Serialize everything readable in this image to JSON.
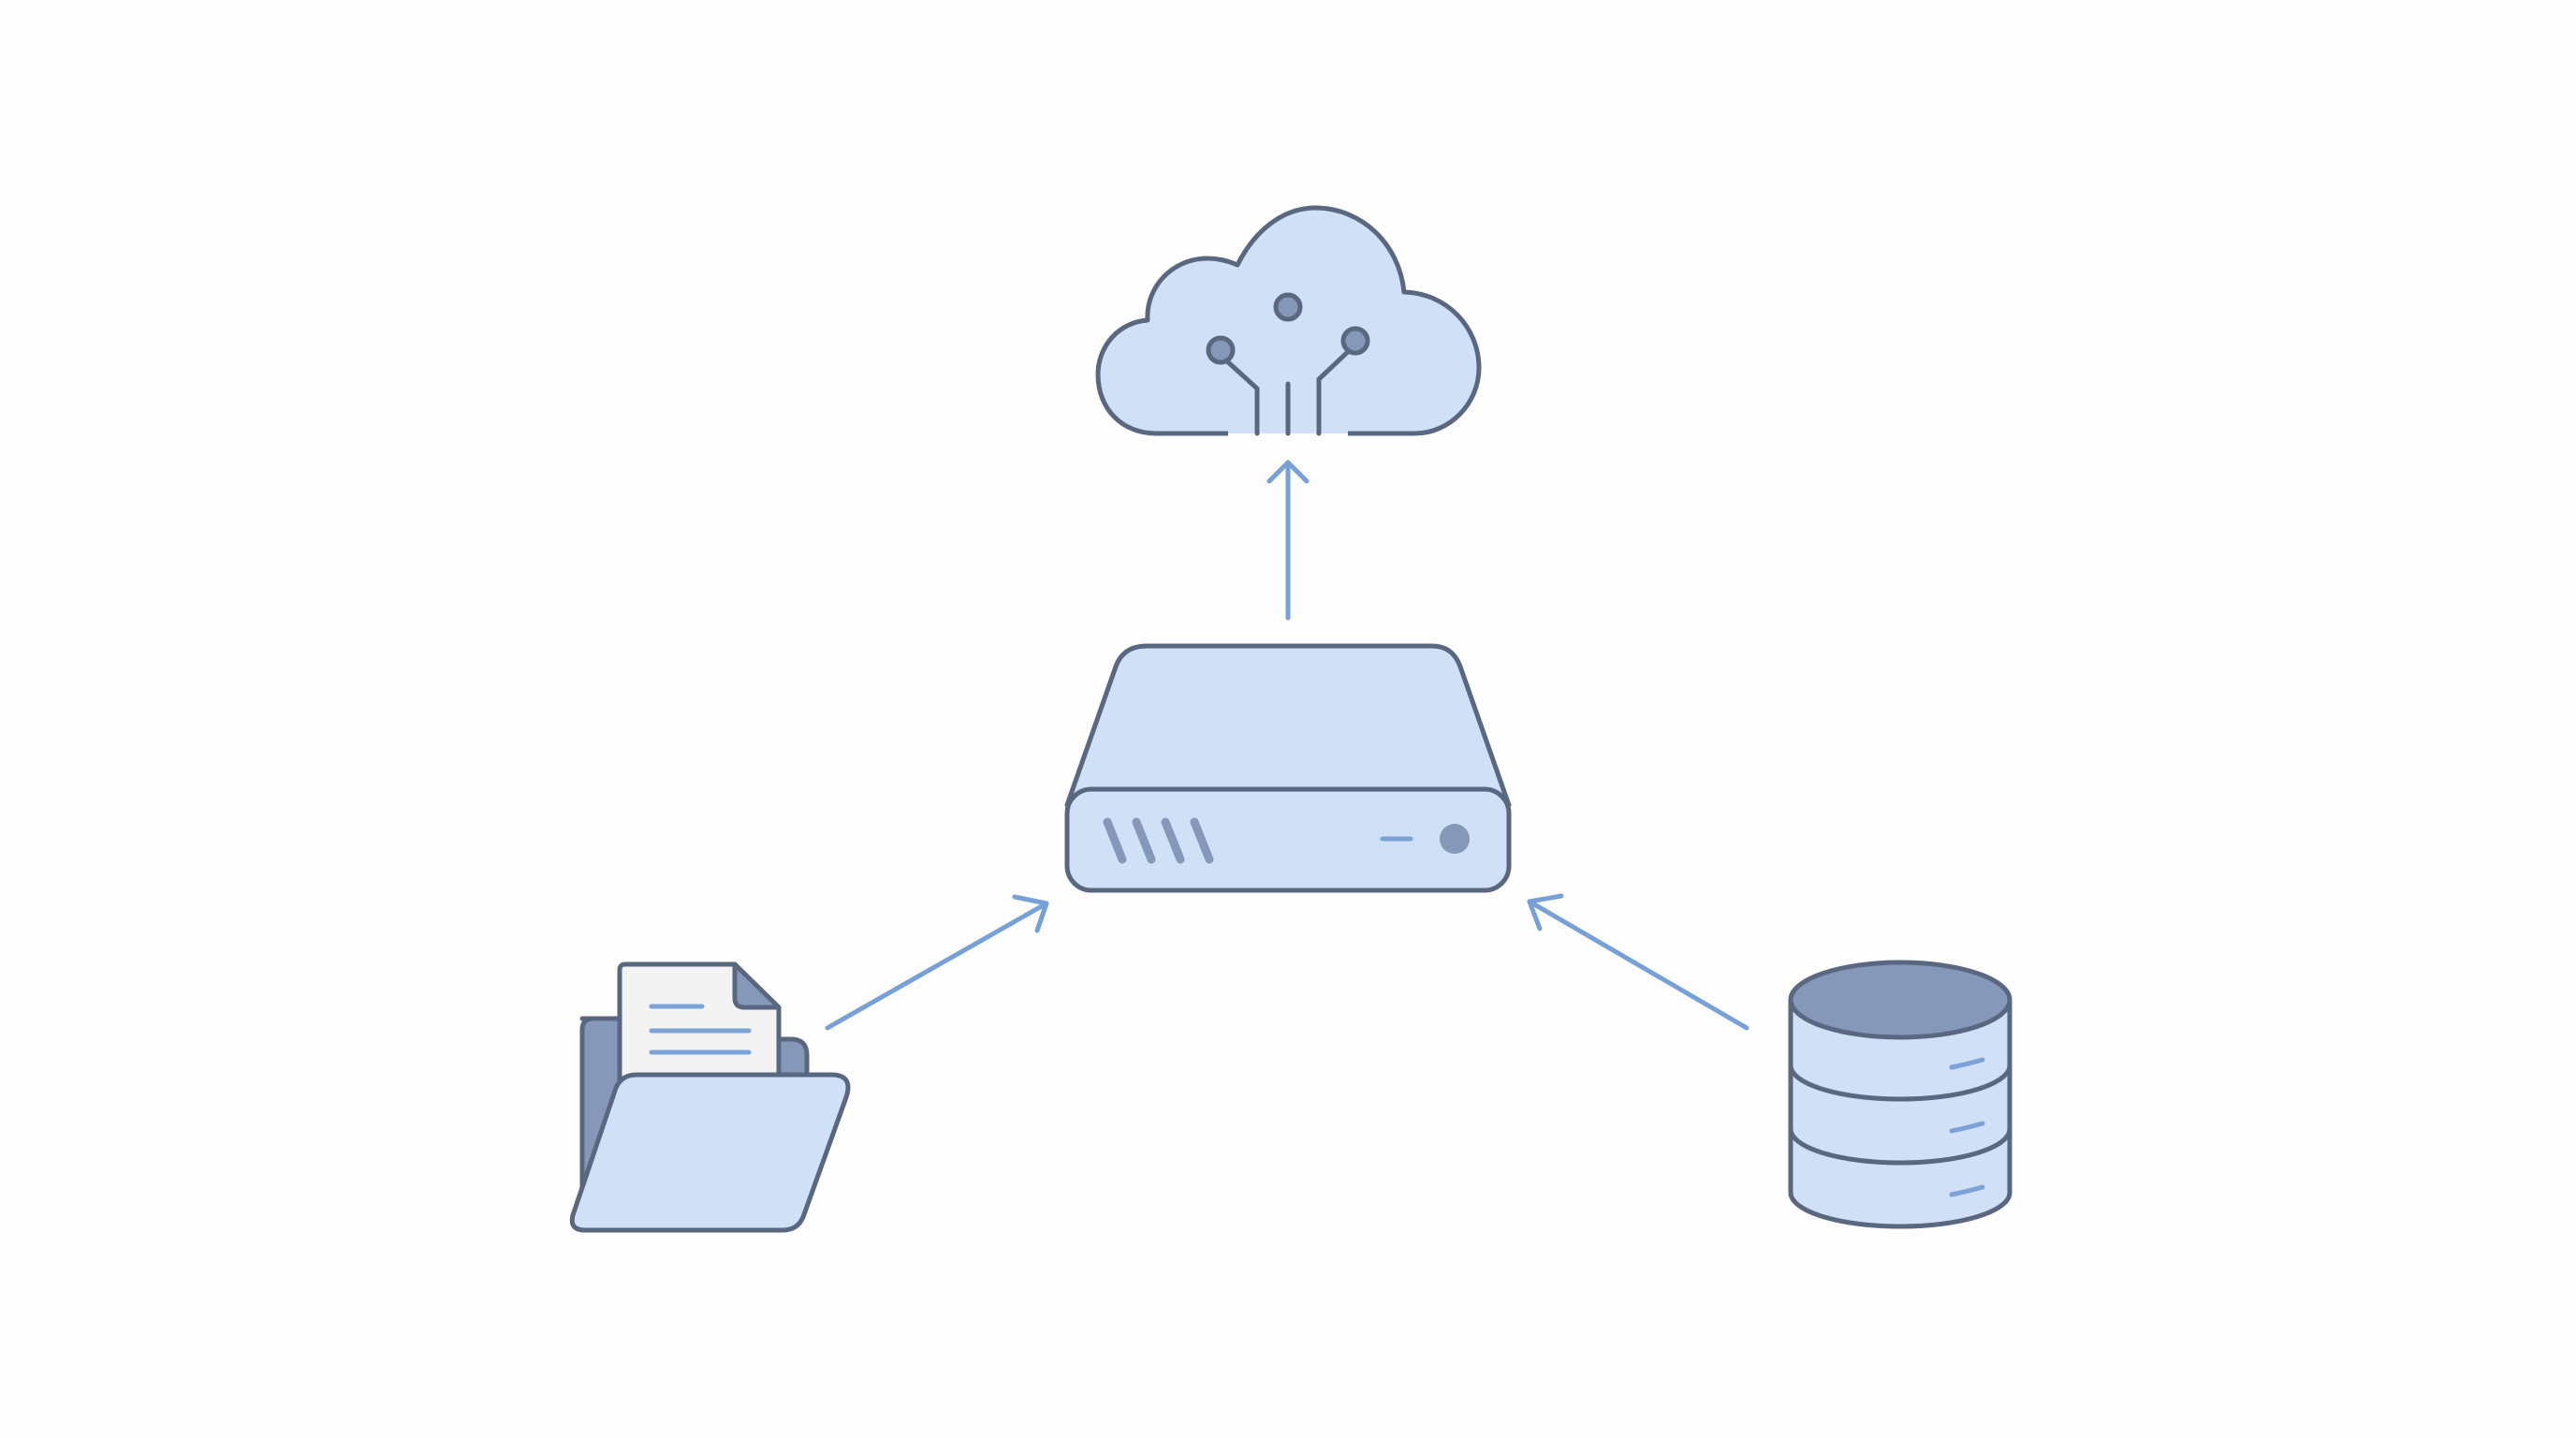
{
  "diagram": {
    "background": "#fdfdfd",
    "colors": {
      "outline": "#5a6781",
      "fill_light": "#d0e0f7",
      "fill_medium": "#8598b9",
      "paper": "#f3f3f3",
      "accent_line": "#7ba3d8",
      "arrow": "#77a1d6"
    },
    "nodes": [
      {
        "id": "cloud",
        "icon": "cloud-circuit-icon"
      },
      {
        "id": "server",
        "icon": "server-icon"
      },
      {
        "id": "folder",
        "icon": "folder-documents-icon"
      },
      {
        "id": "database",
        "icon": "database-icon"
      }
    ],
    "edges": [
      {
        "from": "folder",
        "to": "server"
      },
      {
        "from": "database",
        "to": "server"
      },
      {
        "from": "server",
        "to": "cloud"
      }
    ]
  }
}
